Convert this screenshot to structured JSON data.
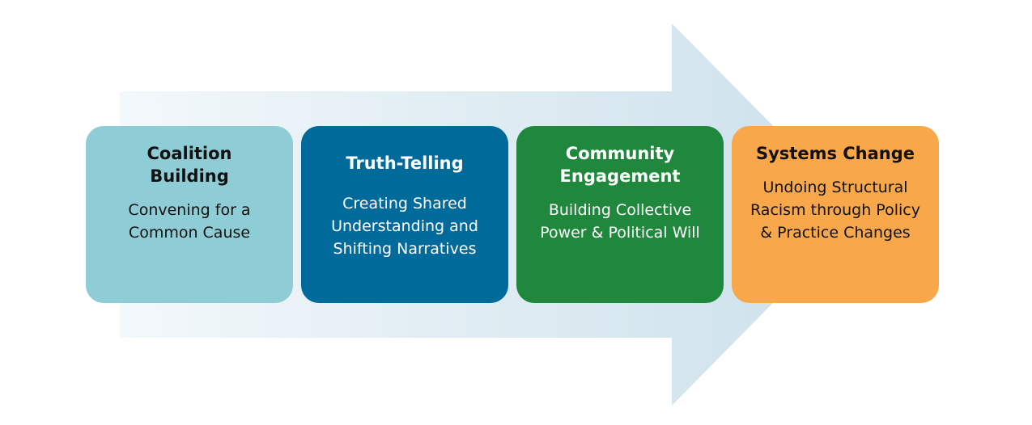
{
  "diagram": {
    "colors": {
      "arrow_light": "#eef4f8",
      "arrow_dark": "#cfe2eb",
      "coalition": "#8fcdd6",
      "truth": "#006a9b",
      "community": "#1f883c",
      "systems": "#f9a74b"
    },
    "steps": [
      {
        "title": "Coalition Building",
        "description": "Convening for a Common Cause"
      },
      {
        "title": "Truth-Telling",
        "description": "Creating Shared Understanding and Shifting Narratives"
      },
      {
        "title": "Community Engagement",
        "description": "Building Collective Power & Political Will"
      },
      {
        "title": "Systems Change",
        "description": "Undoing Structural Racism through Policy & Practice Changes"
      }
    ]
  }
}
